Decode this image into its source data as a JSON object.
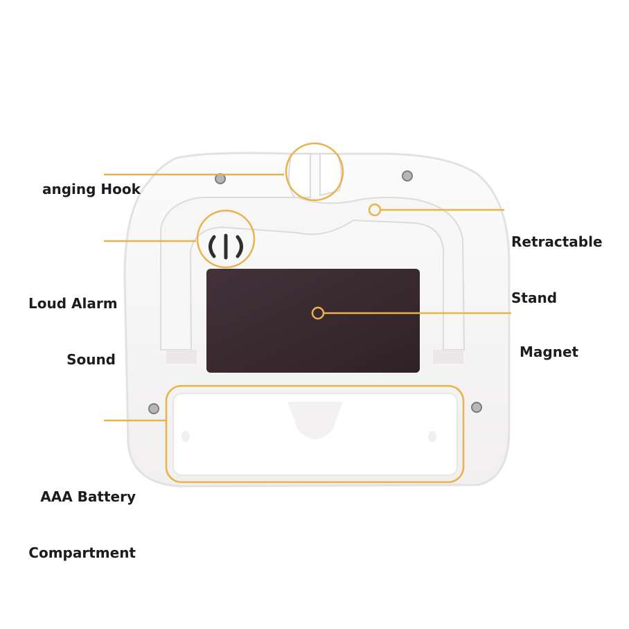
{
  "colors": {
    "callout": "#e9b24a",
    "body": "#ffffff",
    "body_edge": "#e6e3e3",
    "magnet": "#3b2c2e",
    "screw": "#8a8a8a"
  },
  "labels": {
    "hanging_hook": "anging Hook",
    "loud_alarm_line1": "Loud Alarm",
    "loud_alarm_line2": "Sound",
    "retractable_line1": "Retractable",
    "retractable_line2": "Stand",
    "magnet": "Magnet",
    "battery_line1": "AAA Battery",
    "battery_line2": "Compartment"
  }
}
